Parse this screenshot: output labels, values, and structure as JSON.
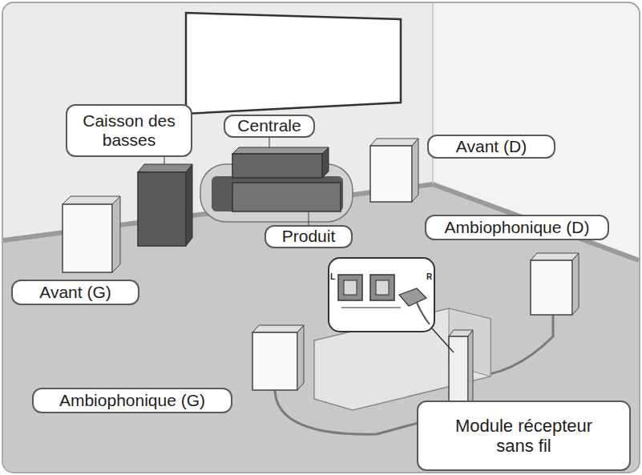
{
  "diagram": {
    "nodes": [
      {
        "text": [
          "Caisson des basses"
        ]
      },
      {
        "text": [
          "Centrale"
        ]
      },
      {
        "text": [
          "Avant (D)"
        ]
      },
      {
        "text": [
          "Ambiophonique (D)"
        ]
      },
      {
        "text": [
          "Produit"
        ]
      },
      {
        "text": [
          "Avant (G)"
        ]
      },
      {
        "text": [
          "Ambiophonique (G)"
        ]
      },
      {
        "text": [
          "Module récepteur sans fil"
        ]
      }
    ],
    "labels": [
      "L",
      "R"
    ]
  }
}
